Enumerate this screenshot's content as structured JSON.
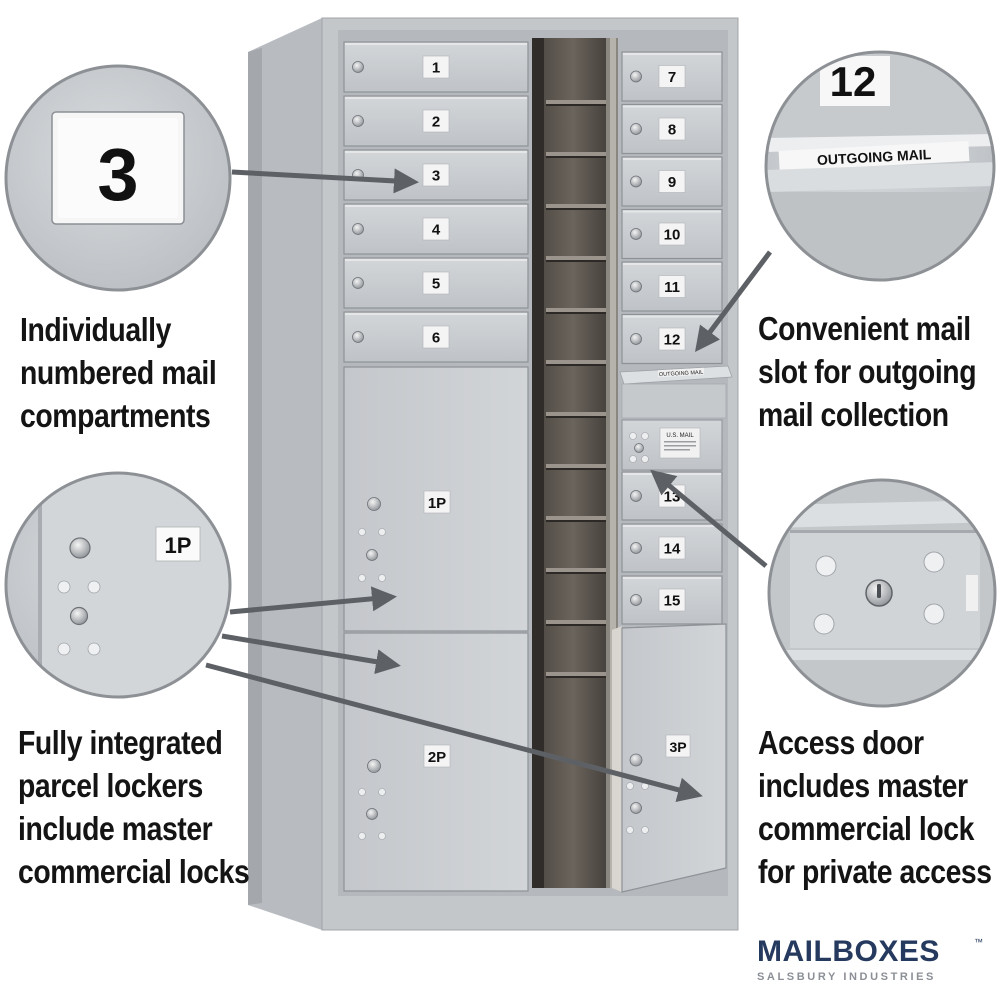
{
  "mailbox_unit": {
    "left_doors": [
      "1",
      "2",
      "3",
      "4",
      "5",
      "6"
    ],
    "right_doors": [
      "7",
      "8",
      "9",
      "10",
      "11",
      "12"
    ],
    "right_lower_doors": [
      "13",
      "14",
      "15"
    ],
    "parcel_lockers": [
      "1P",
      "2P",
      "3P"
    ],
    "outgoing_slot_label": "OUTGOING MAIL",
    "access_door_plate": "U.S. MAIL"
  },
  "callouts": {
    "zoom_number": "3",
    "zoom_slot_number": "12",
    "zoom_slot_label": "OUTGOING MAIL",
    "zoom_parcel_label": "1P"
  },
  "captions": {
    "compartments": [
      "Individually",
      "numbered mail",
      "compartments"
    ],
    "outgoing": [
      "Convenient mail",
      "slot for outgoing",
      "mail collection"
    ],
    "parcel": [
      "Fully integrated",
      "parcel lockers",
      "include master",
      "commercial locks"
    ],
    "access": [
      "Access door",
      "includes master",
      "commercial lock",
      "for private access"
    ]
  },
  "brand": {
    "name": "MAILBOXES",
    "tagline": "SALSBURY INDUSTRIES",
    "trademark": "™"
  },
  "colors": {
    "aluminum": "#c9cccf",
    "aluminum_dark": "#a9adb1",
    "arrow": "#5d6166",
    "caption_text": "#141414",
    "brand_navy": "#253a5e",
    "brand_gray": "#8b8f96"
  }
}
